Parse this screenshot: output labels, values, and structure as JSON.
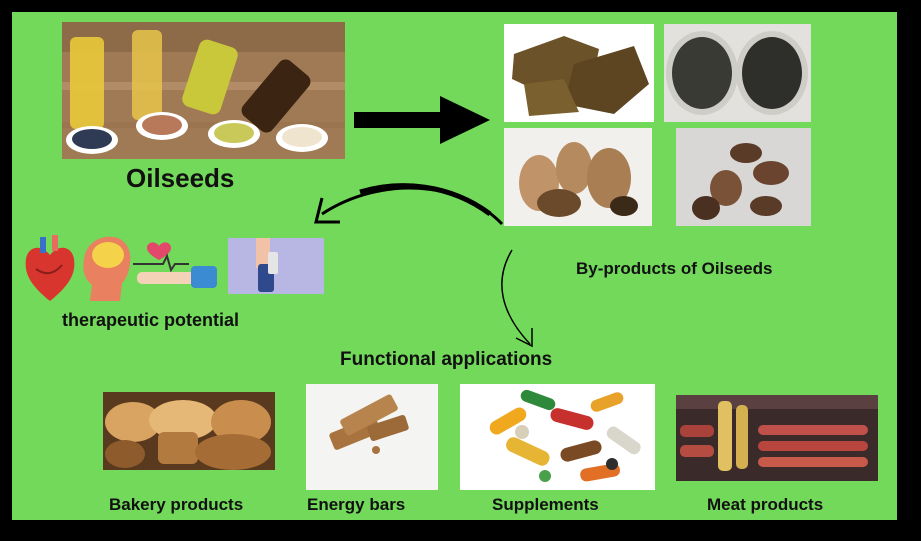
{
  "source": {
    "label": "Oilseeds"
  },
  "byproducts": {
    "label": "By-products of Oilseeds"
  },
  "therapeutic": {
    "label": "therapeutic potential"
  },
  "functional": {
    "label": "Functional applications"
  },
  "applications": [
    {
      "label": "Bakery products"
    },
    {
      "label": "Energy bars"
    },
    {
      "label": "Supplements"
    },
    {
      "label": "Meat products"
    }
  ],
  "colors": {
    "background": "#73d95a",
    "frame": "#000000",
    "text": "#111111"
  }
}
